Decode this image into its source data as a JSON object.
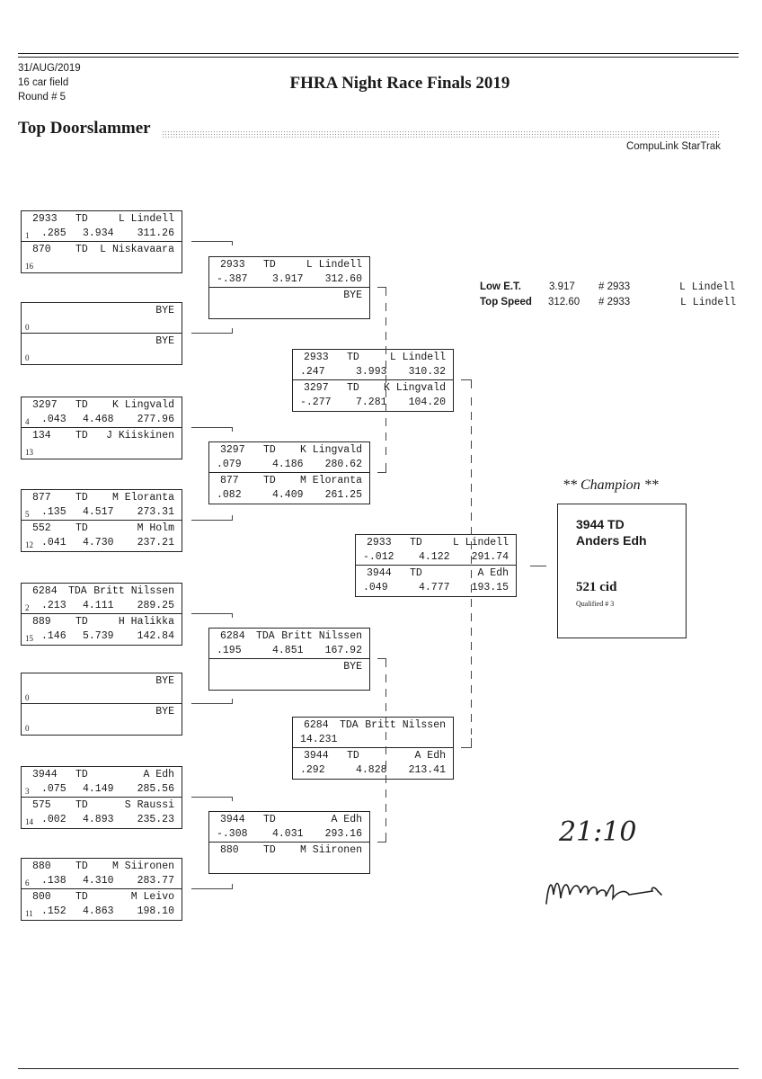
{
  "header": {
    "date": "31/AUG/2019",
    "field": "16 car field",
    "round": "Round # 5",
    "title": "FHRA Night Race Finals 2019",
    "class_name": "Top Doorslammer",
    "software": "CompuLink StarTrak"
  },
  "records": {
    "low_et": {
      "label": "Low  E.T.",
      "value": "3.917",
      "car": "# 2933",
      "driver": "L Lindell"
    },
    "top_speed": {
      "label": "Top Speed",
      "value": "312.60",
      "car": "# 2933",
      "driver": "L Lindell"
    }
  },
  "champion": {
    "heading": "** Champion **",
    "car_class": "3944  TD",
    "driver": "Anders Edh",
    "engine": "521 cid",
    "qualified": "Qualified # 3"
  },
  "handwriting": {
    "time": "21:10",
    "signature": "signature"
  },
  "round1": [
    {
      "top": {
        "num": "2933",
        "cls": "TD",
        "name": "L Lindell",
        "seed": "1",
        "rt": ".285",
        "et": "3.934",
        "mph": "311.26"
      },
      "bottom": {
        "num": "870",
        "cls": "TD",
        "name": "L Niskavaara",
        "seed": "16",
        "rt": "",
        "et": "",
        "mph": ""
      }
    },
    {
      "top": {
        "num": "",
        "cls": "",
        "name": "BYE",
        "seed": "0",
        "rt": "",
        "et": "",
        "mph": ""
      },
      "bottom": {
        "num": "",
        "cls": "",
        "name": "BYE",
        "seed": "0",
        "rt": "",
        "et": "",
        "mph": ""
      }
    },
    {
      "top": {
        "num": "3297",
        "cls": "TD",
        "name": "K Lingvald",
        "seed": "4",
        "rt": ".043",
        "et": "4.468",
        "mph": "277.96"
      },
      "bottom": {
        "num": "134",
        "cls": "TD",
        "name": "J Kiiskinen",
        "seed": "13",
        "rt": "",
        "et": "",
        "mph": ""
      }
    },
    {
      "top": {
        "num": "877",
        "cls": "TD",
        "name": "M Eloranta",
        "seed": "5",
        "rt": ".135",
        "et": "4.517",
        "mph": "273.31"
      },
      "bottom": {
        "num": "552",
        "cls": "TD",
        "name": "M Holm",
        "seed": "12",
        "rt": ".041",
        "et": "4.730",
        "mph": "237.21"
      }
    },
    {
      "top": {
        "num": "6284",
        "cls": "TDA",
        "name": "Britt Nilssen",
        "seed": "2",
        "rt": ".213",
        "et": "4.111",
        "mph": "289.25"
      },
      "bottom": {
        "num": "889",
        "cls": "TD",
        "name": "H Halikka",
        "seed": "15",
        "rt": ".146",
        "et": "5.739",
        "mph": "142.84"
      }
    },
    {
      "top": {
        "num": "",
        "cls": "",
        "name": "BYE",
        "seed": "0",
        "rt": "",
        "et": "",
        "mph": ""
      },
      "bottom": {
        "num": "",
        "cls": "",
        "name": "BYE",
        "seed": "0",
        "rt": "",
        "et": "",
        "mph": ""
      }
    },
    {
      "top": {
        "num": "3944",
        "cls": "TD",
        "name": "A Edh",
        "seed": "3",
        "rt": ".075",
        "et": "4.149",
        "mph": "285.56"
      },
      "bottom": {
        "num": "575",
        "cls": "TD",
        "name": "S Raussi",
        "seed": "14",
        "rt": ".002",
        "et": "4.893",
        "mph": "235.23"
      }
    },
    {
      "top": {
        "num": "880",
        "cls": "TD",
        "name": "M Siironen",
        "seed": "6",
        "rt": ".138",
        "et": "4.310",
        "mph": "283.77"
      },
      "bottom": {
        "num": "800",
        "cls": "TD",
        "name": "M Leivo",
        "seed": "11",
        "rt": ".152",
        "et": "4.863",
        "mph": "198.10"
      }
    }
  ],
  "round2": [
    {
      "top": {
        "num": "2933",
        "cls": "TD",
        "name": "L Lindell",
        "rt": "-.387",
        "et": "3.917",
        "mph": "312.60"
      },
      "bottom": {
        "num": "",
        "cls": "",
        "name": "BYE",
        "rt": "",
        "et": "",
        "mph": ""
      }
    },
    {
      "top": {
        "num": "3297",
        "cls": "TD",
        "name": "K Lingvald",
        "rt": ".079",
        "et": "4.186",
        "mph": "280.62"
      },
      "bottom": {
        "num": "877",
        "cls": "TD",
        "name": "M Eloranta",
        "rt": ".082",
        "et": "4.409",
        "mph": "261.25"
      }
    },
    {
      "top": {
        "num": "6284",
        "cls": "TDA",
        "name": "Britt Nilssen",
        "rt": ".195",
        "et": "4.851",
        "mph": "167.92"
      },
      "bottom": {
        "num": "",
        "cls": "",
        "name": "BYE",
        "rt": "",
        "et": "",
        "mph": ""
      }
    },
    {
      "top": {
        "num": "3944",
        "cls": "TD",
        "name": "A Edh",
        "rt": "-.308",
        "et": "4.031",
        "mph": "293.16"
      },
      "bottom": {
        "num": "880",
        "cls": "TD",
        "name": "M Siironen",
        "rt": "",
        "et": "",
        "mph": ""
      }
    }
  ],
  "round3": [
    {
      "top": {
        "num": "2933",
        "cls": "TD",
        "name": "L Lindell",
        "rt": ".247",
        "et": "3.993",
        "mph": "310.32"
      },
      "bottom": {
        "num": "3297",
        "cls": "TD",
        "name": "K Lingvald",
        "rt": "-.277",
        "et": "7.281",
        "mph": "104.20"
      }
    },
    {
      "top": {
        "num": "6284",
        "cls": "TDA",
        "name": "Britt Nilssen",
        "rt": "14.231",
        "et": "",
        "mph": ""
      },
      "bottom": {
        "num": "3944",
        "cls": "TD",
        "name": "A Edh",
        "rt": ".292",
        "et": "4.828",
        "mph": "213.41"
      }
    }
  ],
  "round4": [
    {
      "top": {
        "num": "2933",
        "cls": "TD",
        "name": "L Lindell",
        "rt": "-.012",
        "et": "4.122",
        "mph": "291.74"
      },
      "bottom": {
        "num": "3944",
        "cls": "TD",
        "name": "A Edh",
        "rt": ".049",
        "et": "4.777",
        "mph": "193.15"
      }
    }
  ]
}
